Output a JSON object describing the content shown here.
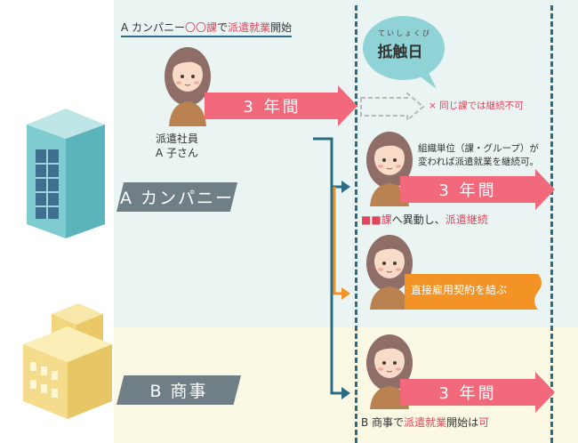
{
  "title": {
    "prefix": "A カンパニー",
    "dept": "〇〇課",
    "mid": "で",
    "haken": "派遣就業",
    "suffix": "開始"
  },
  "worker_label": {
    "line1": "派遣社員",
    "line2": "A 子さん"
  },
  "company_a": "A カンパニー",
  "company_b": "B 商事",
  "arrow_top": "3 年間",
  "bubble": {
    "ruby": "ていしょくび",
    "text": "抵触日"
  },
  "same_dept_note": "× 同じ課では継続不可",
  "group_note": {
    "line1": "組織単位（課・グループ）が",
    "line2": "変われば派遣就業を継続可。"
  },
  "arrow_mid": "3 年間",
  "transfer_note": {
    "dept": "■■課",
    "mid": "へ異動し、",
    "cont": "派遣継続"
  },
  "direct_hire": "直接雇用契約を結ぶ",
  "arrow_bottom": "3 年間",
  "b_note": {
    "prefix": "B 商事で",
    "haken": "派遣就業",
    "mid": "開始は",
    "ok": "可"
  },
  "colors": {
    "arrow_pink": "#f2697b",
    "arrow_orange": "#f39325",
    "connector_blue": "#2a6b86",
    "accent_red": "#e0455b",
    "tag_gray": "#6f7f85"
  }
}
